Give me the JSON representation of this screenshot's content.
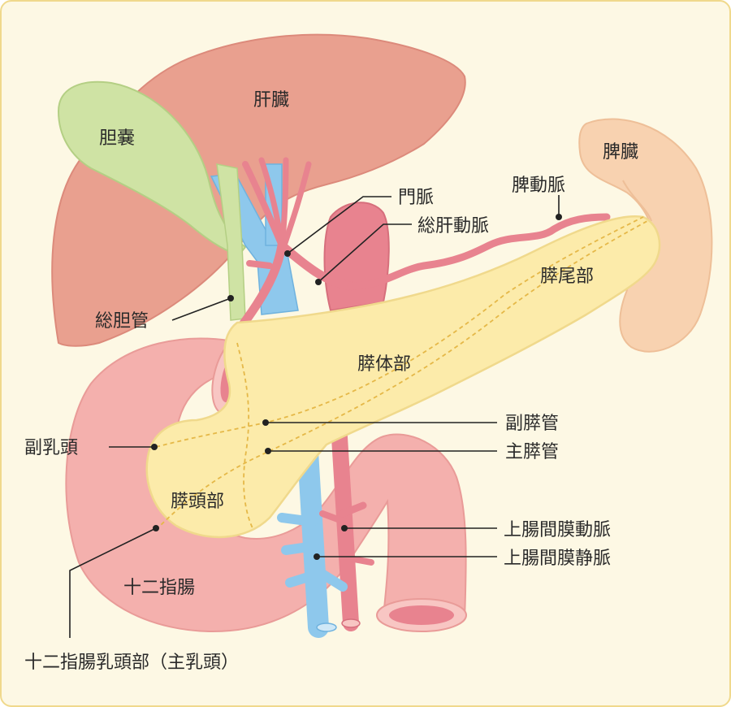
{
  "labels": {
    "liver": "肝臓",
    "gallbladder": "胆嚢",
    "spleen": "脾臓",
    "portal_vein": "門脈",
    "splenic_artery": "脾動脈",
    "common_hepatic_artery": "総肝動脈",
    "pancreas_tail": "膵尾部",
    "common_bile_duct": "総胆管",
    "pancreas_body": "膵体部",
    "accessory_pancreatic_duct": "副膵管",
    "minor_papilla": "副乳頭",
    "main_pancreatic_duct": "主膵管",
    "pancreas_head": "膵頭部",
    "sma": "上腸間膜動脈",
    "smv": "上腸間膜静脈",
    "duodenum": "十二指腸",
    "major_papilla": "十二指腸乳頭部（主乳頭）"
  },
  "colors": {
    "background": "#fdf8e4",
    "border": "#f0d98c",
    "liver": "#e9a08f",
    "gallbladder": "#cfe3a4",
    "spleen": "#f8d2b0",
    "pancreas": "#fcebaa",
    "duodenum": "#f4b0ad",
    "vein": "#8ec8ec",
    "artery": "#e8838f",
    "bile_duct": "#cfe3a4"
  }
}
